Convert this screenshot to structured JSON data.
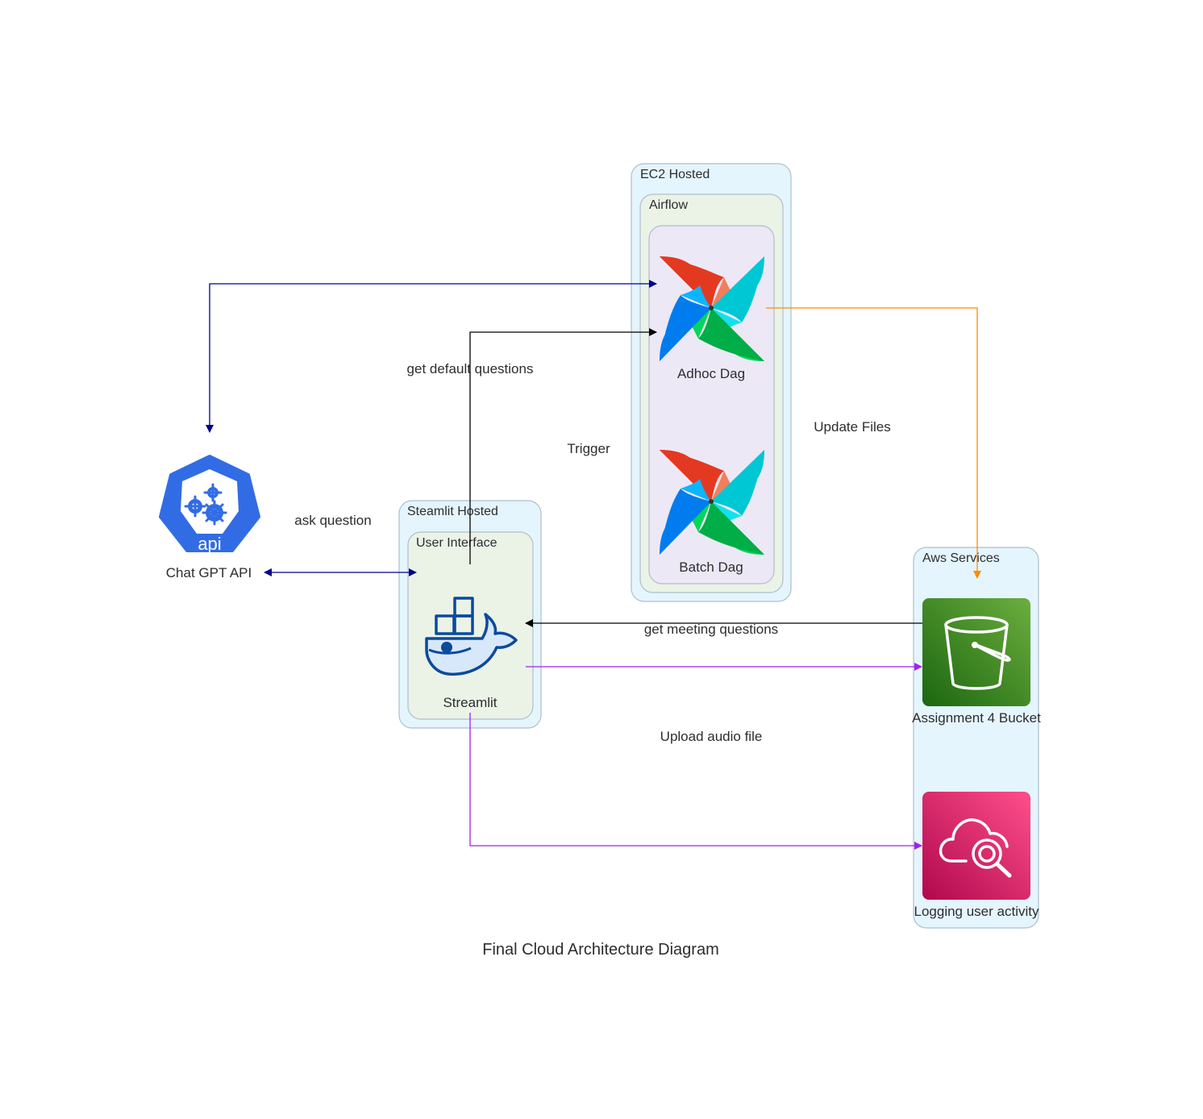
{
  "title": "Final Cloud Architecture Diagram",
  "clusters": {
    "ec2": "EC2 Hosted",
    "airflow": "Airflow",
    "streamlit_hosted": "Steamlit Hosted",
    "user_interface": "User Interface",
    "aws": "Aws Services"
  },
  "nodes": {
    "chatgpt": "Chat GPT API",
    "chatgpt_icon_text": "api",
    "adhoc": "Adhoc Dag",
    "batch": "Batch Dag",
    "streamlit": "Streamlit",
    "bucket": "Assignment 4 Bucket",
    "logging": "Logging user activity"
  },
  "edges": {
    "get_default": "get default questions",
    "trigger": "Trigger",
    "ask": "ask question",
    "update": "Update Files",
    "get_meeting": "get meeting questions",
    "upload": "Upload audio file"
  },
  "colors": {
    "navy_edge": "#00008b",
    "black_edge": "#000000",
    "orange_edge": "#ff8c00",
    "purple_edge": "#a020f0",
    "cluster_blue_fill": "#e5f5fd",
    "cluster_green_fill": "#ebf3e7",
    "cluster_purple_fill": "#ece8f6",
    "cluster_border": "#aebfcc",
    "s3_green": "#3f8624",
    "cloudwatch_pink": "#d0215e",
    "k8s_blue": "#326ce5",
    "docker_blue": "#0b4a9c"
  },
  "icons": {
    "chatgpt": "kubernetes-api-icon",
    "adhoc": "airflow-pinwheel-icon",
    "batch": "airflow-pinwheel-icon",
    "streamlit": "docker-whale-icon",
    "bucket": "s3-bucket-icon",
    "logging": "cloudwatch-icon"
  }
}
